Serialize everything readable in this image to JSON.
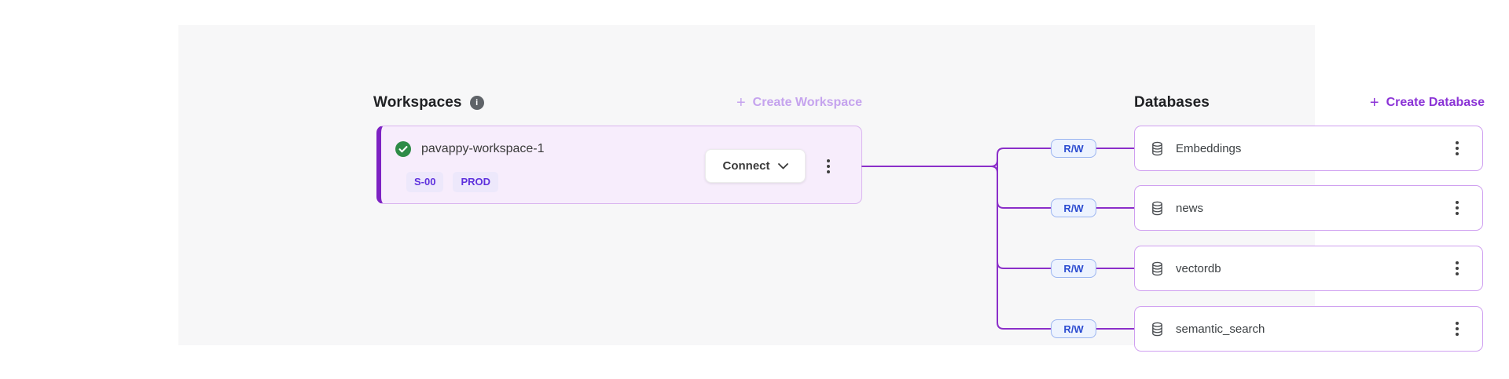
{
  "workspaces": {
    "title": "Workspaces",
    "info_icon_glyph": "i",
    "create_plus": "+",
    "create_button": "Create Workspace",
    "card": {
      "name": "pavappy-workspace-1",
      "size_badge": "S-00",
      "env_badge": "PROD",
      "connect_label": "Connect",
      "status": "healthy"
    }
  },
  "databases": {
    "title": "Databases",
    "create_plus": "+",
    "create_button": "Create Database",
    "items": [
      {
        "name": "Embeddings",
        "access": "R/W"
      },
      {
        "name": "news",
        "access": "R/W"
      },
      {
        "name": "vectordb",
        "access": "R/W"
      },
      {
        "name": "semantic_search",
        "access": "R/W"
      }
    ]
  },
  "colors": {
    "panel_bg": "#f7f7f8",
    "connector_purple": "#8b2fc9",
    "accent_bar_purple": "#7d22c3",
    "workspace_card_bg": "#f7edfc",
    "create_enabled_purple": "#8b33d6",
    "create_disabled_purple": "#c5a3ee",
    "workspace_badge_text": "#5e31dd",
    "rw_badge_text": "#2b4bd0",
    "rw_badge_border": "#9ab4f0",
    "db_card_border": "#cf9ff0",
    "status_green": "#2e8b47"
  }
}
